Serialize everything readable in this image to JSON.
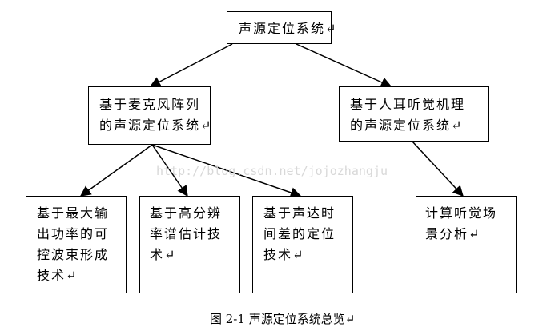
{
  "root": {
    "lines": [
      "声源定位系统↵"
    ]
  },
  "mic_array": {
    "lines": [
      "基于麦克风阵列",
      "的声源定位系统↵"
    ]
  },
  "auditory": {
    "lines": [
      "基于人耳听觉机理",
      "的声源定位系统↵"
    ]
  },
  "leaf_power": {
    "lines": [
      "基于最大输",
      "出功率的可",
      "控波束形成",
      "技术↵"
    ]
  },
  "leaf_spectrum": {
    "lines": [
      "基于高分辨",
      "率谱估计技",
      "术↵"
    ]
  },
  "leaf_tdoa": {
    "lines": [
      "基于声达时",
      "间差的定位",
      "技术↵"
    ]
  },
  "leaf_casa": {
    "lines": [
      "计算听觉场",
      "景分析↵"
    ]
  },
  "watermark": "http://blog.csdn.net/jojozhangju",
  "caption": "图 2-1  声源定位系统总览↵"
}
